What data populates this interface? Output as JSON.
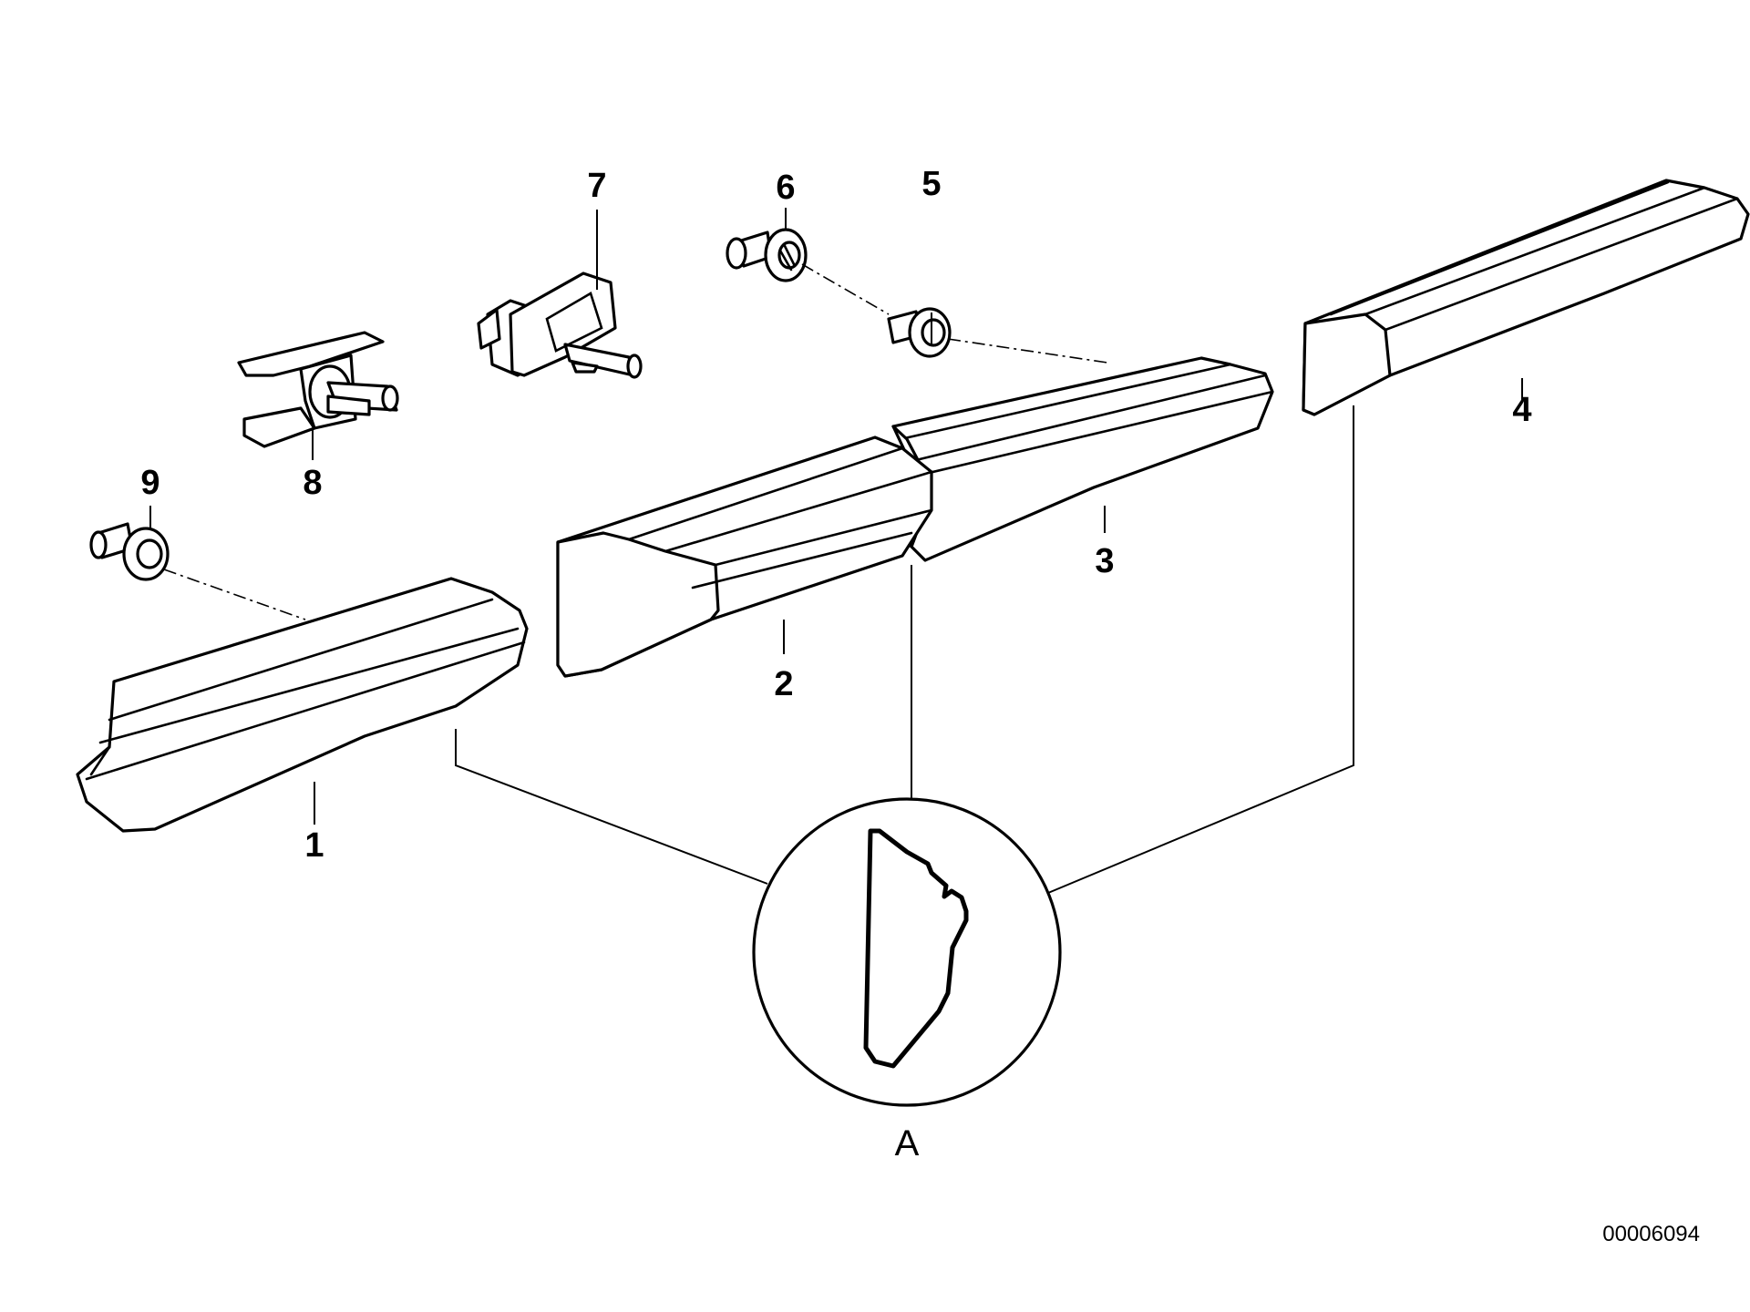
{
  "diagram": {
    "reference_number": "00006094",
    "detail_label": "A",
    "colors": {
      "line": "#000000",
      "background": "#ffffff"
    },
    "parts": [
      {
        "number": "1",
        "icon": "trim-strip-short"
      },
      {
        "number": "2",
        "icon": "trim-strip-front-end"
      },
      {
        "number": "3",
        "icon": "trim-strip-middle"
      },
      {
        "number": "4",
        "icon": "trim-strip-rear-end"
      },
      {
        "number": "5",
        "icon": "grommet"
      },
      {
        "number": "6",
        "icon": "screw-bush"
      },
      {
        "number": "7",
        "icon": "clip-holder"
      },
      {
        "number": "8",
        "icon": "clip-holder"
      },
      {
        "number": "9",
        "icon": "grommet"
      }
    ]
  }
}
